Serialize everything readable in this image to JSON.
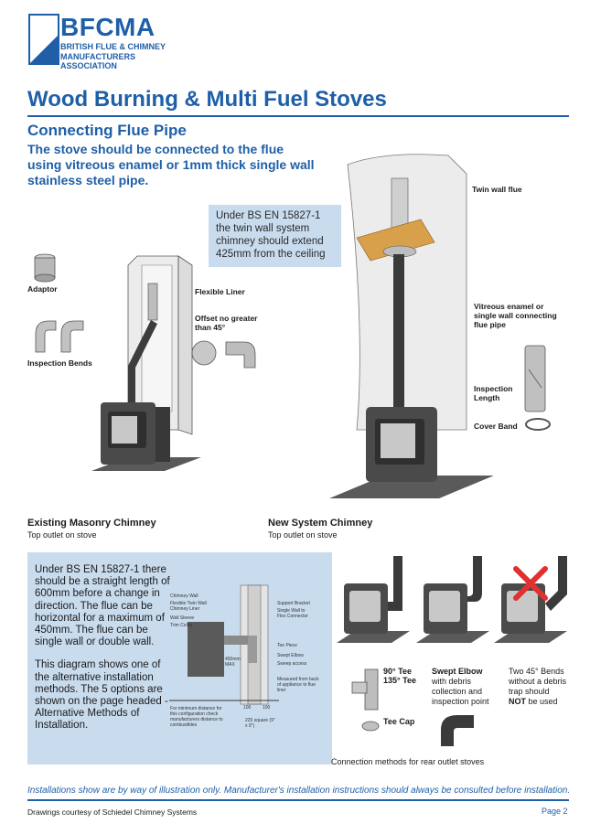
{
  "header": {
    "logo_acronym": "BFCMA",
    "logo_line1": "BRITISH FLUE & CHIMNEY",
    "logo_line2": "MANUFACTURERS",
    "logo_line3": "ASSOCIATION",
    "title": "Wood Burning & Multi Fuel Stoves"
  },
  "section": {
    "subtitle": "Connecting Flue Pipe",
    "intro": "The stove should be connected to the flue using vitreous enamel or 1mm thick single wall stainless steel pipe."
  },
  "left_diagram": {
    "labels": {
      "adaptor": "Adaptor",
      "inspection_bends": "Inspection Bends",
      "flexible_liner": "Flexible Liner",
      "offset_line1": "Offset no greater",
      "offset_line2": "than 45°"
    },
    "caption_title": "Existing Masonry Chimney",
    "caption_sub": "Top outlet on stove"
  },
  "right_diagram": {
    "callout": "Under BS EN 15827-1 the twin wall system chimney should extend 425mm from the ceiling",
    "labels": {
      "twin_wall": "Twin wall flue",
      "vitreous_line1": "Vitreous enamel or",
      "vitreous_line2": "single wall connecting",
      "vitreous_line3": "flue pipe",
      "inspection_line1": "Inspection",
      "inspection_line2": "Length",
      "cover_band": "Cover Band"
    },
    "caption_title": "New System Chimney",
    "caption_sub": "Top outlet on stove"
  },
  "bottom_left": {
    "para1": "Under BS EN 15827-1 there should be a straight length of 600mm before a change in direction. The flue can be horizontal for a maximum of 450mm. The flue can be single wall or double wall.",
    "para2": "This diagram shows one of the alternative installation methods. The 5 options are shown on the page headed - Alternative Methods of Installation.",
    "diagram_labels": {
      "chimney_wall": "Chimney Wall",
      "flex_liner": "Flexible Twin Wall Chimney Liner",
      "wall_sleeve": "Wall Sleeve",
      "trim_collar": "Trim Collar",
      "support_bracket": "Support Bracket",
      "single_wall": "Single Wall to Flex Connector",
      "tee_piece": "Tee Piece",
      "swept_elbow": "Swept Elbow",
      "sweep_access": "Sweep access",
      "measured": "Measured from back of appliance to flue liner",
      "max_450": "450mm MAX",
      "combustibles": "For minimum distance for this configuration check manufacturers distance to combustibles",
      "dim_100a": "100",
      "dim_100b": "100",
      "squares": "225 square (9\" x 9\")"
    }
  },
  "bottom_right": {
    "tee_line1": "90° Tee",
    "tee_line2": "135° Tee",
    "tee_cap": "Tee Cap",
    "swept_title": "Swept Elbow",
    "swept_desc": "with debris collection and inspection point",
    "bends_line1": "Two 45° Bends",
    "bends_line2": "without a debris",
    "bends_line3": "trap should",
    "bends_not": "NOT",
    "bends_line4": "be used",
    "caption": "Connection methods for rear outlet stoves"
  },
  "footer": {
    "note": "Installations show are by way of illustration only. Manufacturer's installation instructions should always be consulted before installation.",
    "credit": "Drawings courtesy of Schiedel Chimney Systems",
    "page": "Page 2"
  },
  "colors": {
    "brand_blue": "#1e5fa8",
    "panel_blue": "#c9dcee",
    "stove_dark": "#4a4a4a",
    "cross_red": "#e03030"
  }
}
